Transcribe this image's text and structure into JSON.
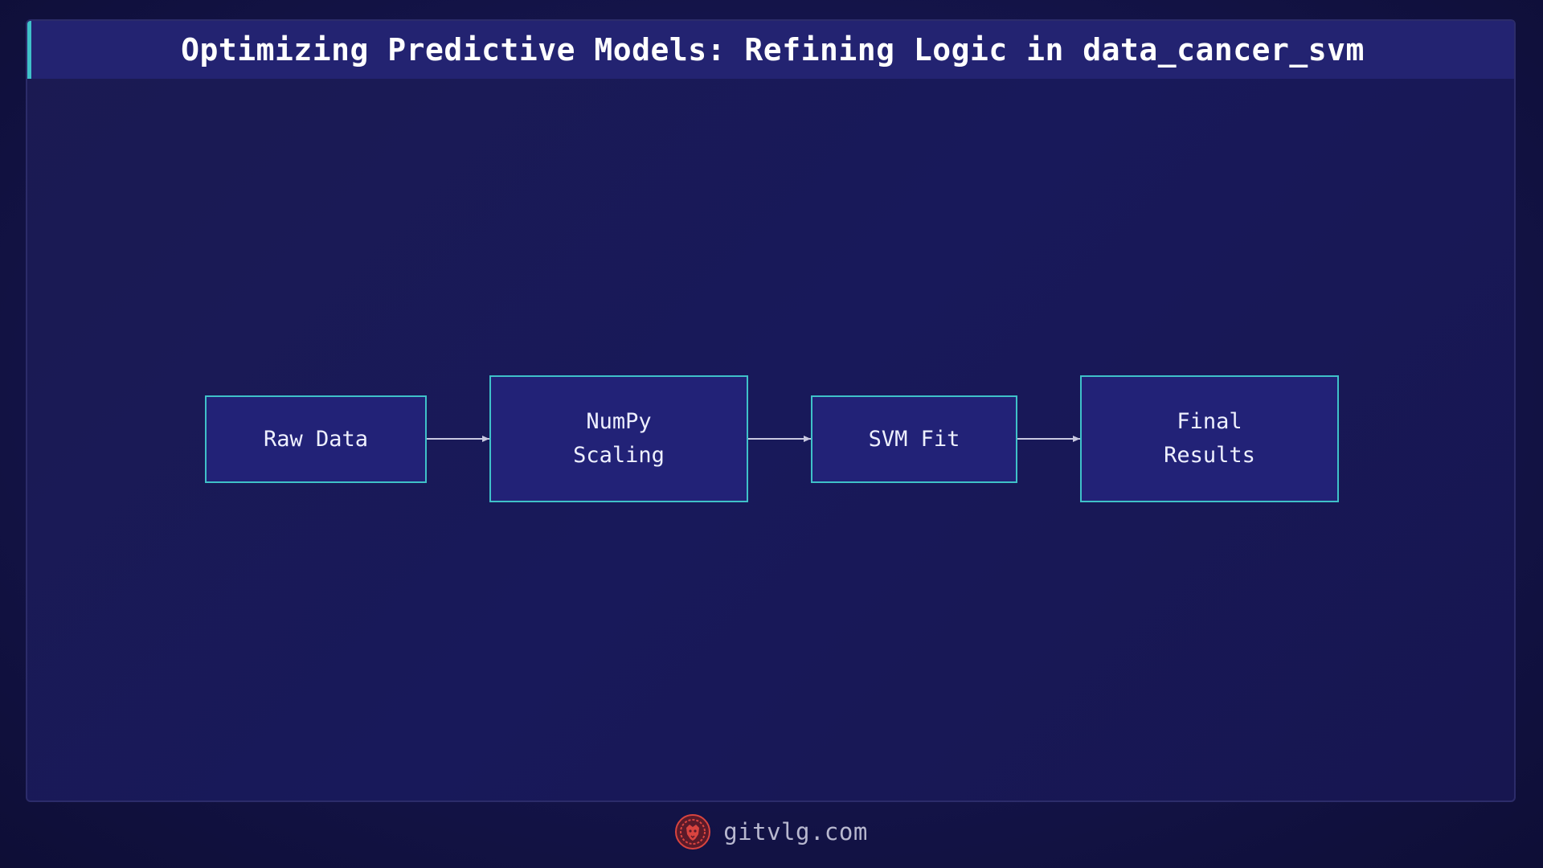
{
  "header": {
    "title": "Optimizing Predictive Models: Refining Logic in data_cancer_svm"
  },
  "diagram": {
    "nodes": [
      {
        "id": "raw-data",
        "label": "Raw Data"
      },
      {
        "id": "numpy-scaling",
        "label": "NumPy\nScaling"
      },
      {
        "id": "svm-fit",
        "label": "SVM Fit"
      },
      {
        "id": "final-results",
        "label": "Final\nResults"
      }
    ],
    "edges": [
      {
        "from": "raw-data",
        "to": "numpy-scaling"
      },
      {
        "from": "numpy-scaling",
        "to": "svm-fit"
      },
      {
        "from": "svm-fit",
        "to": "final-results"
      }
    ]
  },
  "footer": {
    "logo_icon": "lion-logo-icon",
    "site": "gitvlg.com"
  },
  "colors": {
    "background": "#14144a",
    "title_bar": "#232371",
    "accent": "#3fc1c9",
    "node_fill": "#222277",
    "arrow": "#c8c8e0",
    "logo": "#d9443f"
  }
}
